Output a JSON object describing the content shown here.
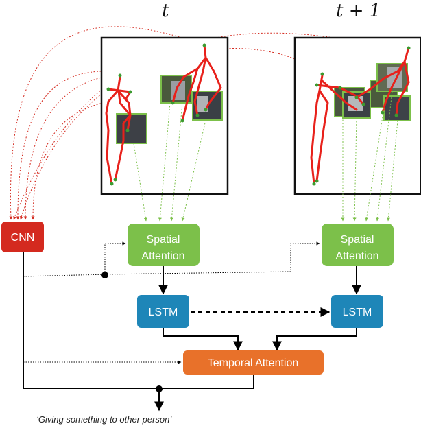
{
  "time_labels": {
    "t": "t",
    "t_plus_1": "t + 1"
  },
  "nodes": {
    "cnn": "CNN",
    "spatial_attention_1": [
      "Spatial",
      "Attention"
    ],
    "spatial_attention_2": [
      "Spatial",
      "Attention"
    ],
    "lstm_1": "LSTM",
    "lstm_2": "LSTM",
    "temporal_attention": "Temporal Attention"
  },
  "caption": "‘Giving something to other person’",
  "colors": {
    "cnn": "#d42a1f",
    "spatial": "#7cc04a",
    "lstm": "#1e86b8",
    "temporal": "#e8712a",
    "skeleton": "#e8211b",
    "joint": "#3c9a2f",
    "patch_border": "#7cc04a"
  }
}
